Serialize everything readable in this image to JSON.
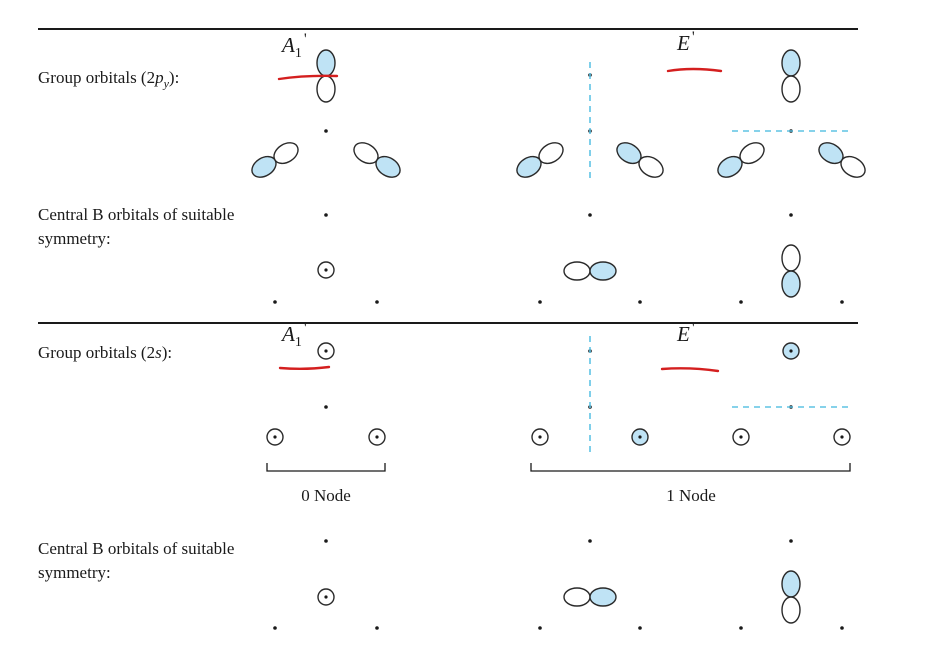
{
  "rows": {
    "py_label_main": "Group orbitals (2",
    "py_label_var": "p",
    "py_label_sub": "y",
    "py_label_end": "):",
    "central_label_1": "Central B orbitals of suitable symmetry:",
    "s_label_main": "Group orbitals (2",
    "s_label_var": "s",
    "s_label_end": "):",
    "central_label_2": "Central B orbitals of suitable symmetry:"
  },
  "symmetry": {
    "a_main": "A",
    "a_sub": "1",
    "a_prime": "'",
    "e_main": "E",
    "e_prime": "'"
  },
  "nodes": {
    "zero": "0 Node",
    "one": "1 Node"
  },
  "colors": {
    "lobe_fill": "#bfe3f5",
    "lobe_stroke": "#2a2a2a",
    "dashed": "#5fc3e4",
    "annotation": "#d41f1f",
    "rule": "#1a1a1a"
  }
}
